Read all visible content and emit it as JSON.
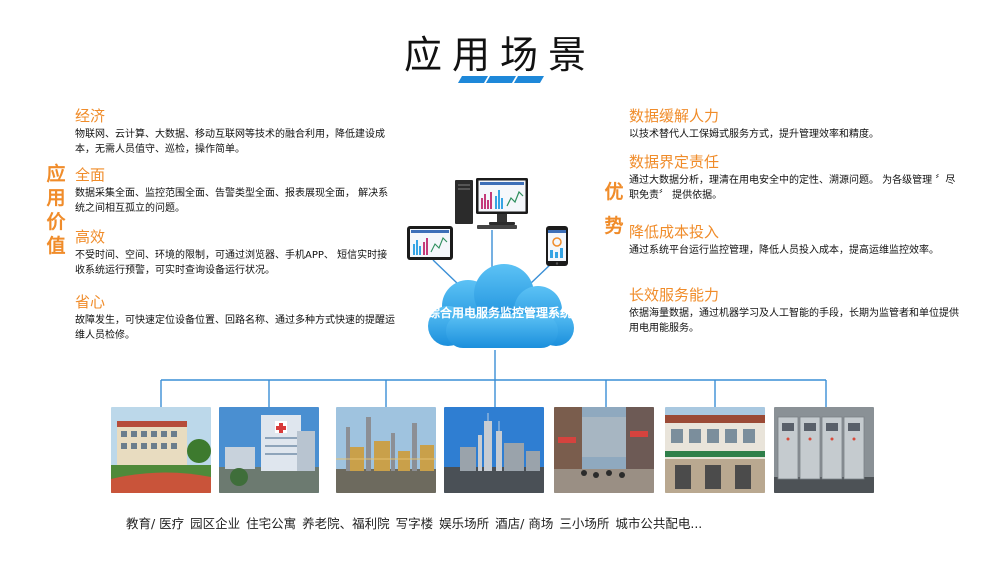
{
  "page": {
    "title": "应用场景"
  },
  "left": {
    "section_label": "应用价值",
    "items": [
      {
        "head": "经济",
        "desc": "物联网、云计算、大数据、移动互联网等技术的融合利用，降低建设成本，无需人员值守、巡检，操作简单。"
      },
      {
        "head": "全面",
        "desc": "数据采集全面、监控范围全面、告警类型全面、报表展现全面， 解决系统之间相互孤立的问题。"
      },
      {
        "head": "高效",
        "desc": "不受时间、空间、环境的限制，可通过浏览器、手机APP、 短信实时接收系统运行预警，可实时查询设备运行状况。"
      },
      {
        "head": "省心",
        "desc": "故障发生，可快速定位设备位置、回路名称、通过多种方式快速的提醒运维人员检修。"
      }
    ]
  },
  "right": {
    "section_label": "优势",
    "items": [
      {
        "head": "数据缓解人力",
        "desc": "以技术替代人工保姆式服务方式，提升管理效率和精度。"
      },
      {
        "head": "数据界定责任",
        "desc": "通过大数据分析，理清在用电安全中的定性、溯源问题。 为各级管理 〞尽职免责〞 提供依据。"
      },
      {
        "head": "降低成本投入",
        "desc": "通过系统平台运行监控管理，降低人员投入成本，提高运维监控效率。"
      },
      {
        "head": "长效服务能力",
        "desc": "依据海量数据，通过机器学习及人工智能的手段，长期为监管者和单位提供用电用能服务。"
      }
    ]
  },
  "center": {
    "cloud_text": "综合用电服务监控管理系统"
  },
  "scenes": {
    "labels": [
      "教育/ 医疗",
      "园区企业",
      "住宅公寓",
      "养老院、福利院",
      "写字楼",
      "娱乐场所",
      "酒店/ 商场",
      "三小场所",
      "城市公共配电..."
    ]
  },
  "colors": {
    "accent_orange": "#f08c2a",
    "accent_blue": "#1e88d9",
    "cloud_blue": "#2aa3e8",
    "line_blue": "#3a8fd6"
  }
}
